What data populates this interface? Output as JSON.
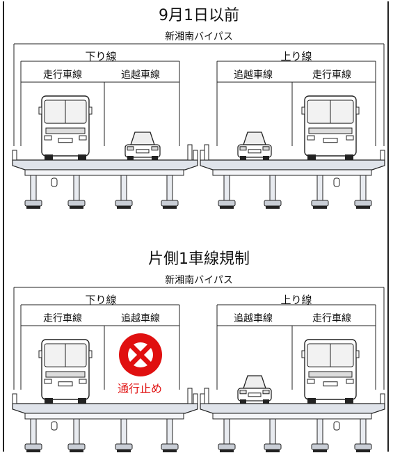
{
  "panels": [
    {
      "title": "9月1日以前",
      "road_name": "新湘南バイパス",
      "down_label": "下り線",
      "up_label": "上り線",
      "down_lanes": [
        "走行車線",
        "追越車線"
      ],
      "up_lanes": [
        "追越車線",
        "走行車線"
      ]
    },
    {
      "title": "片側1車線規制",
      "road_name": "新湘南バイパス",
      "down_label": "下り線",
      "up_label": "上り線",
      "down_lanes": [
        "走行車線",
        "追越車線"
      ],
      "up_lanes": [
        "追越車線",
        "走行車線"
      ],
      "closure_text": "通行止め"
    }
  ],
  "colors": {
    "closure_red": "#e01010",
    "line": "#222222",
    "deck_fill": "#dfe3ea",
    "pier_fill": "#e8ebf0"
  }
}
